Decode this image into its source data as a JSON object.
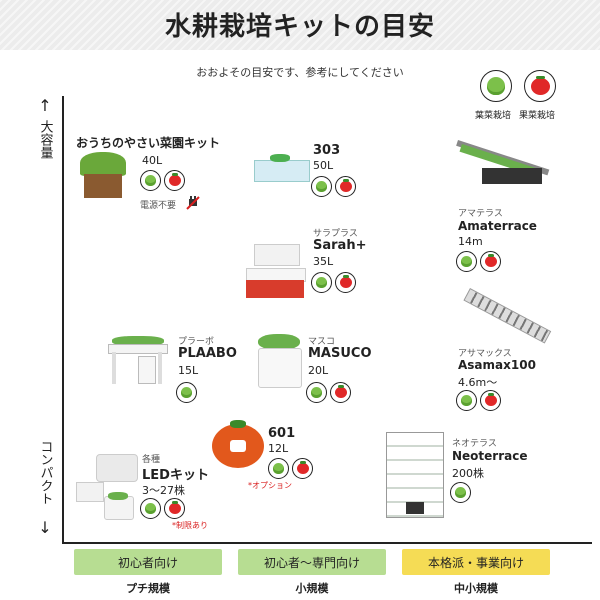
{
  "title": "水耕栽培キットの目安",
  "subtitle": "おおよその目安です、参考にしてください",
  "legend": {
    "leaf_label": "葉菜栽培",
    "fruit_label": "果菜栽培"
  },
  "axis": {
    "top_label": "大容量",
    "bottom_label": "コンパクト",
    "up_arrow": "↑",
    "down_arrow": "↓"
  },
  "products": {
    "ouchi": {
      "name": "おうちのやさい菜園キット",
      "capacity": "40L",
      "note": "電源不要"
    },
    "p303": {
      "name": "303",
      "capacity": "50L"
    },
    "sarah": {
      "kana": "サラプラス",
      "name": "Sarah+",
      "capacity": "35L"
    },
    "amaterrace": {
      "kana": "アマテラス",
      "name": "Amaterrace",
      "capacity": "14m"
    },
    "asamax": {
      "kana": "アサマックス",
      "name": "Asamax100",
      "capacity": "4.6m～"
    },
    "plaabo": {
      "kana": "プラーボ",
      "name": "PLAABO",
      "capacity": "15L"
    },
    "masuco": {
      "kana": "マスコ",
      "name": "MASUCO",
      "capacity": "20L"
    },
    "p601": {
      "name": "601",
      "capacity": "12L",
      "note": "*オプション"
    },
    "led": {
      "kana": "各種",
      "name": "LEDキット",
      "capacity": "3～27株",
      "note": "*制限あり"
    },
    "neoterrace": {
      "kana": "ネオテラス",
      "name": "Neoterrace",
      "capacity": "200株"
    }
  },
  "categories": [
    {
      "label": "初心者向け",
      "scale": "プチ規模",
      "color": "#b7dd92"
    },
    {
      "label": "初心者～専門向け",
      "scale": "小規模",
      "color": "#b7dd92"
    },
    {
      "label": "本格派・事業向け",
      "scale": "中小規模",
      "color": "#f5dc55"
    }
  ],
  "icons": [
    "leaf-icon",
    "tomato-icon",
    "plug-crossed-icon",
    "up-arrow-icon",
    "down-arrow-icon"
  ]
}
